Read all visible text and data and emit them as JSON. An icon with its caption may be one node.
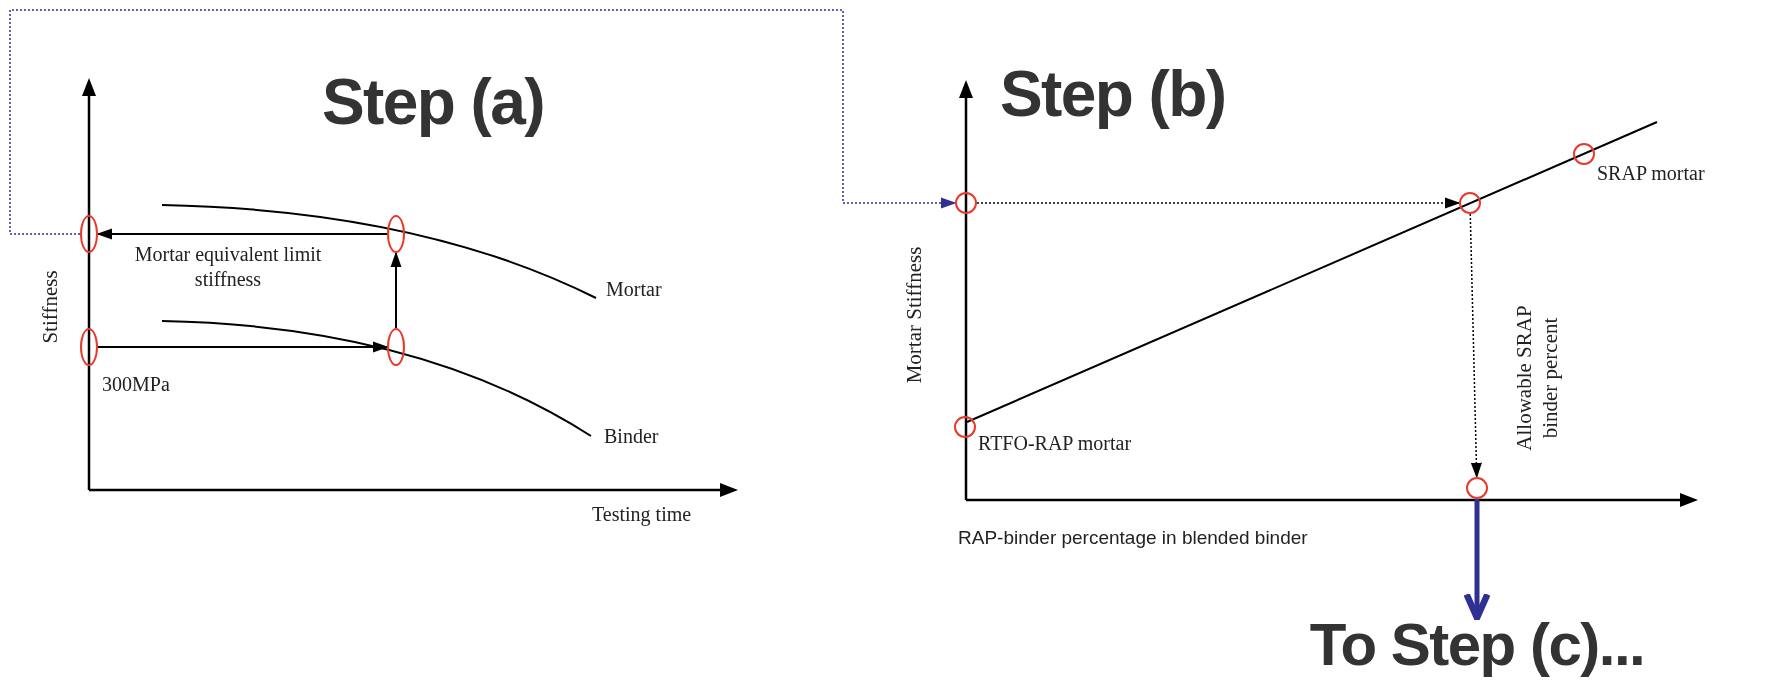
{
  "diagram": {
    "nodes": [
      {
        "text": [],
        "shape": "circle"
      },
      {
        "text": [],
        "shape": "circle"
      },
      {
        "text": [],
        "shape": "circle"
      },
      {
        "text": [],
        "shape": "circle"
      },
      {
        "text": [],
        "shape": "circle"
      },
      {
        "text": [],
        "shape": "circle",
        "beside": [
          "SRAP mortar"
        ]
      },
      {
        "text": [],
        "shape": "circle"
      },
      {
        "text": [],
        "shape": "circle",
        "beside": [
          "RTFO-RAP mortar"
        ]
      },
      {
        "text": [],
        "shape": "circle"
      },
      {
        "text": [
          "To Step (c)..."
        ]
      }
    ],
    "edges": [
      {
        "from": 2,
        "to": 3,
        "arrow": "to"
      },
      {
        "from": 3,
        "to": 1,
        "arrow": "to"
      },
      {
        "from": 1,
        "to": 0,
        "arrow": "to"
      },
      {
        "from": 0,
        "to": 4,
        "arrow": "to",
        "style": "dashed",
        "color": "#2e3192"
      },
      {
        "from": 4,
        "to": 6,
        "arrow": "to",
        "style": "dashed"
      },
      {
        "from": 6,
        "to": 8,
        "arrow": "to",
        "style": "dashed"
      },
      {
        "from": 8,
        "to": 9,
        "arrow": "to",
        "style": "thick",
        "color": "#2e3192"
      }
    ],
    "labels": [
      "Step (a)",
      "Step (b)",
      "Stiffness",
      "Mortar equivalent limit stiffness",
      "300MPa",
      "Mortar",
      "Binder",
      "Testing time",
      "Mortar Stiffness",
      "Allowable SRAP binder percent",
      "RAP-binder percentage in blended binder"
    ]
  }
}
